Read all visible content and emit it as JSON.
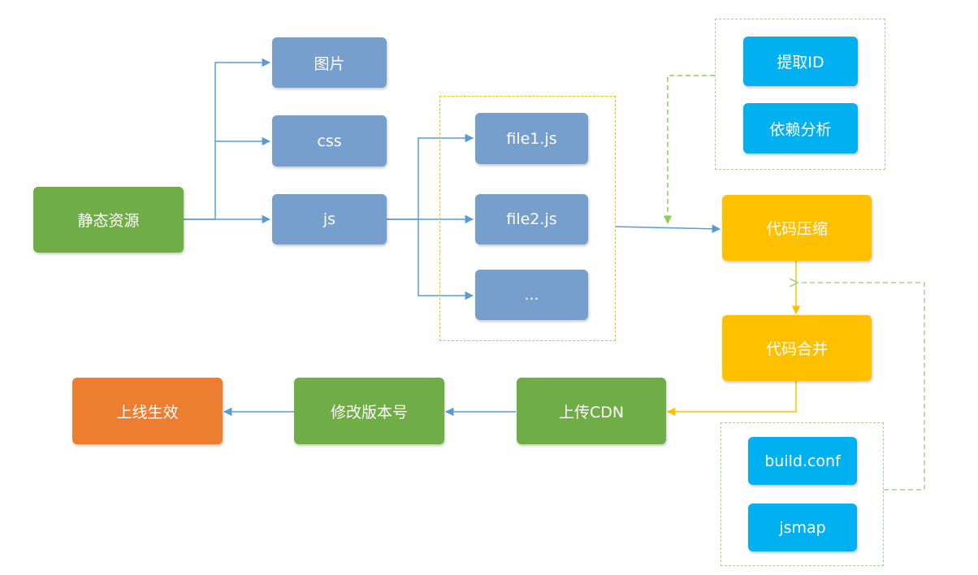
{
  "nodes": {
    "static_resources": "静态资源",
    "images": "图片",
    "css": "css",
    "js": "js",
    "file1": "file1.js",
    "file2": "file2.js",
    "more": "...",
    "extract_id": "提取ID",
    "dependency_analysis": "依赖分析",
    "compress": "代码压缩",
    "merge": "代码合并",
    "build_conf": "build.conf",
    "jsmap": "jsmap",
    "upload_cdn": "上传CDN",
    "modify_version": "修改版本号",
    "go_live": "上线生效"
  },
  "colors": {
    "green": "#70ad47",
    "blue": "#769fcd",
    "orange": "#ed7d31",
    "yellow": "#ffc000",
    "cyan": "#00b0f0",
    "blue_line": "#5b9bd5",
    "green_dash": "#a9d18e"
  }
}
